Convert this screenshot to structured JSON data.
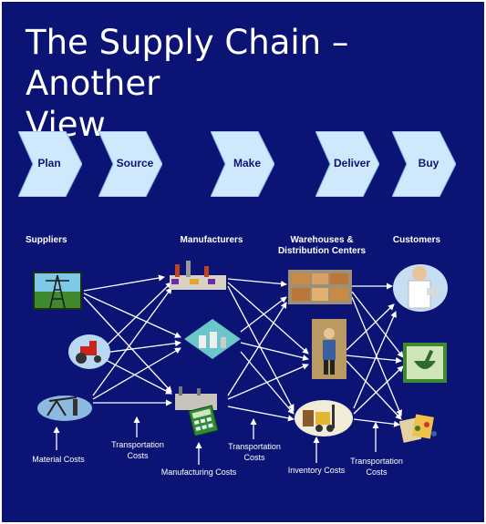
{
  "title": {
    "line1": "The Supply Chain – Another",
    "line2": "View"
  },
  "process": {
    "steps": [
      "Plan",
      "Source",
      "Make",
      "Deliver",
      "Buy"
    ],
    "fill": "#cfe8fb",
    "edge": "#7fb4e6"
  },
  "columns": {
    "suppliers": "Suppliers",
    "manufacturers": "Manufacturers",
    "warehouses_line1": "Warehouses &",
    "warehouses_line2": "Distribution Centers",
    "customers": "Customers"
  },
  "costs": {
    "material": "Material Costs",
    "transport1_line1": "Transportation",
    "transport1_line2": "Costs",
    "manufacturing": "Manufacturing Costs",
    "transport2_line1": "Transportation",
    "transport2_line2": "Costs",
    "inventory": "Inventory Costs",
    "transport3_line1": "Transportation",
    "transport3_line2": "Costs"
  },
  "icons": {
    "supplier_1": "power-tower-icon",
    "supplier_2": "tractor-icon",
    "supplier_3": "oil-pump-icon",
    "manufacturer_1": "factory-icon",
    "manufacturer_2": "power-plant-icon",
    "manufacturer_3": "factory-calculator-icon",
    "warehouse_1": "warehouse-shelves-icon",
    "warehouse_2": "worker-icon",
    "warehouse_3": "forklift-icon",
    "customer_1": "pharmacist-icon",
    "customer_2": "mortar-pestle-icon",
    "customer_3": "pill-packs-icon"
  },
  "colors": {
    "background": "#0b1474",
    "text": "#ffffff",
    "arrow": "#ffffff"
  }
}
